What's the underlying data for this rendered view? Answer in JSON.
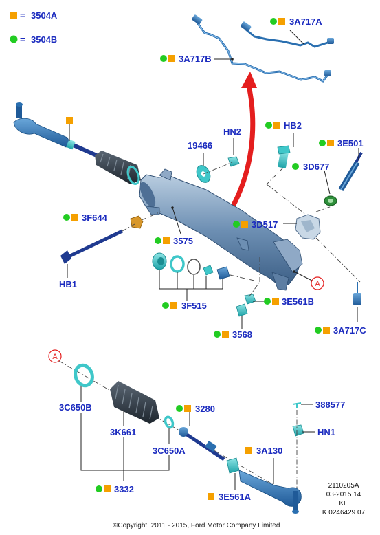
{
  "legend": {
    "square_code": "3504A",
    "circle_code": "3504B",
    "equals": "="
  },
  "colors": {
    "label": "#1b2bbf",
    "marker_square": "#f5a000",
    "marker_circle": "#22cc22",
    "arrow": "#e41e1e",
    "callout": "#e41e1e",
    "part_blue": "#2a6fb0",
    "part_cyan": "#3fc7c9"
  },
  "labels": {
    "a3a717a": "3A717A",
    "a3a717b": "3A717B",
    "hn2": "HN2",
    "p19466": "19466",
    "hb2": "HB2",
    "p3e501": "3E501",
    "p3d677": "3D677",
    "p3f644": "3F644",
    "p3d517": "3D517",
    "p3575": "3575",
    "hb1": "HB1",
    "p3f515": "3F515",
    "p3e561b": "3E561B",
    "p3568": "3568",
    "p3a717c": "3A717C",
    "p3c650b": "3C650B",
    "p3k661": "3K661",
    "p3280": "3280",
    "p388577": "388577",
    "hn1": "HN1",
    "p3c650a": "3C650A",
    "p3a130": "3A130",
    "p3332": "3332",
    "p3e561a": "3E561A"
  },
  "callout_letter": "A",
  "reference": {
    "line1": "2110205A",
    "line2": "03-2015 14",
    "line3": "KE",
    "line4": "K 0246429 07"
  },
  "copyright": "©Copyright, 2011 - 2015, Ford Motor Company Limited"
}
